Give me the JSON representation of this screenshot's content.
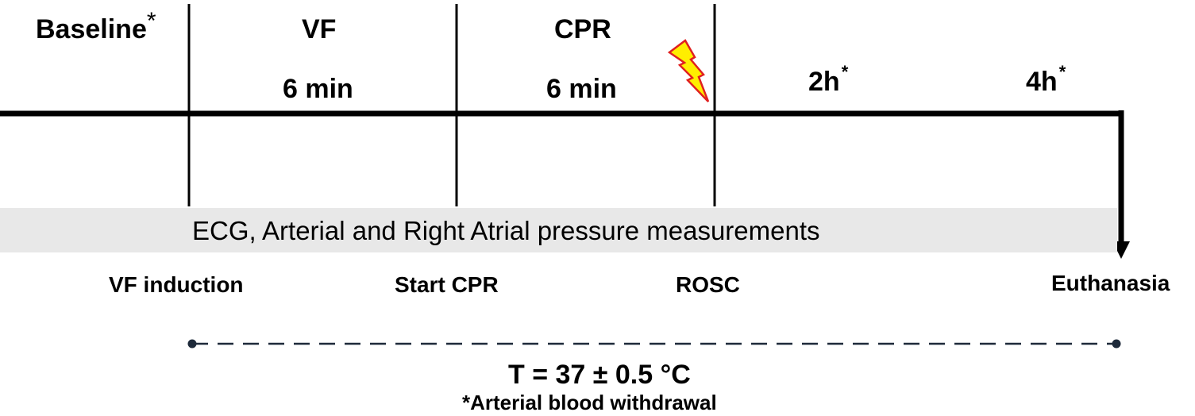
{
  "phases": {
    "baseline": "Baseline",
    "baseline_mark": "*",
    "vf": "VF",
    "cpr": "CPR"
  },
  "durations": {
    "vf": "6 min",
    "cpr": "6 min"
  },
  "timepoints": {
    "t2h": "2h",
    "t4h": "4h",
    "mark": "*"
  },
  "measurements": "ECG, Arterial and Right Atrial pressure measurements",
  "events": {
    "vf_induction": "VF induction",
    "start_cpr": "Start CPR",
    "rosc": "ROSC",
    "euthanasia": "Euthanasia"
  },
  "temperature": "T = 37 ± 0.5 °C",
  "footnote": "*Arterial  blood withdrawal",
  "colors": {
    "line": "#000000",
    "band": "#e8e8e8",
    "shock_fill": "#ffee00",
    "shock_stroke": "#e02020"
  },
  "icons": {
    "shock": "lightning-bolt-icon"
  }
}
